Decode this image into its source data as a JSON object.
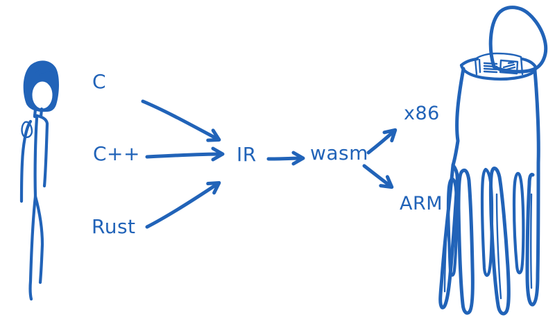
{
  "canvas": {
    "background_color": "#ffffff",
    "ink_color": "#2163b8"
  },
  "diagram": {
    "nodes": {
      "c": "C",
      "cpp": "C++",
      "rust": "Rust",
      "ir": "IR",
      "wasm": "wasm",
      "x86": "x86",
      "arm": "ARM"
    },
    "edges": [
      {
        "from": "C",
        "to": "IR"
      },
      {
        "from": "C++",
        "to": "IR"
      },
      {
        "from": "Rust",
        "to": "IR"
      },
      {
        "from": "IR",
        "to": "wasm"
      },
      {
        "from": "wasm",
        "to": "x86"
      },
      {
        "from": "wasm",
        "to": "ARM"
      }
    ],
    "figures": {
      "left": "person-stick-figure",
      "right": "trash-can-monster-with-newspaper"
    }
  }
}
